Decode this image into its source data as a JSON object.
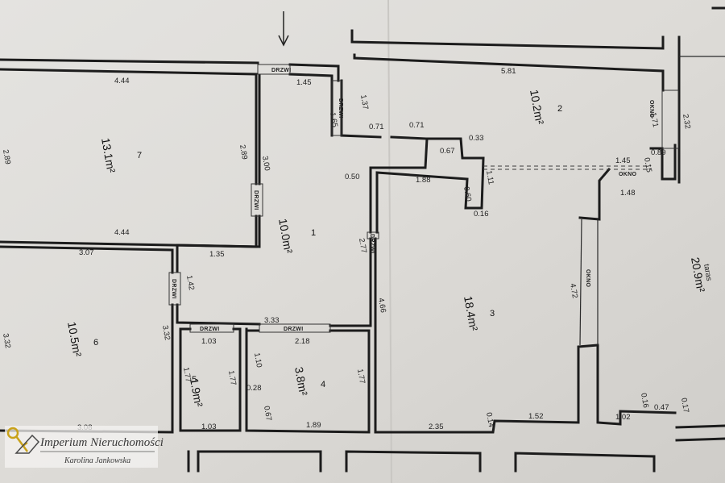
{
  "rooms": [
    {
      "number": "1",
      "area": "10.0m²"
    },
    {
      "number": "2",
      "area": "10.2m²"
    },
    {
      "number": "3",
      "area": "18.4m²"
    },
    {
      "number": "4",
      "area": "3.8m²"
    },
    {
      "number": "5",
      "area": "1.9m²"
    },
    {
      "number": "6",
      "area": "10.5m²"
    },
    {
      "number": "7",
      "area": "13.1m²"
    }
  ],
  "terrace": {
    "label": "taras",
    "area": "20.9m²"
  },
  "labels": {
    "door": "DRZWI",
    "window": "OKNO"
  },
  "dimensions": {
    "d_444_top": "4.44",
    "d_444_bottom": "4.44",
    "d_289": "2.89",
    "d_300": "3.00",
    "d_145": "1.45",
    "d_137": "1.37",
    "d_165": "1.65",
    "d_071a": "0.71",
    "d_071b": "0.71",
    "d_033": "0.33",
    "d_067": "0.67",
    "d_050": "0.50",
    "d_188": "1.88",
    "d_111": "1.11",
    "d_060": "0.60",
    "d_016": "0.16",
    "d_581": "5.81",
    "d_171": "1.71",
    "d_232": "2.32",
    "d_145b": "1.45",
    "d_148": "1.48",
    "d_089": "0.89",
    "d_015": "0.15",
    "d_307": "3.07",
    "d_135": "1.35",
    "d_142": "1.42",
    "d_277": "2.77",
    "d_466": "4.66",
    "d_472": "4.72",
    "d_333": "3.33",
    "d_332": "3.32",
    "d_103a": "1.03",
    "d_103b": "1.03",
    "d_177a": "1.77",
    "d_177b": "1.77",
    "d_218": "2.18",
    "d_110": "1.10",
    "d_028": "0.28",
    "d_067b": "0.67",
    "d_189": "1.89",
    "d_177c": "1.77",
    "d_308": "3.08",
    "d_235": "2.35",
    "d_014": "0.14",
    "d_152": "1.52",
    "d_102": "1.02",
    "d_016b": "0.16",
    "d_047": "0.47",
    "d_017": "0.17",
    "d_289b": "2.89",
    "d_332b": "3.32"
  },
  "logo": {
    "name": "Imperium Nieruchomości",
    "sub": "Karolina Jankowska"
  }
}
